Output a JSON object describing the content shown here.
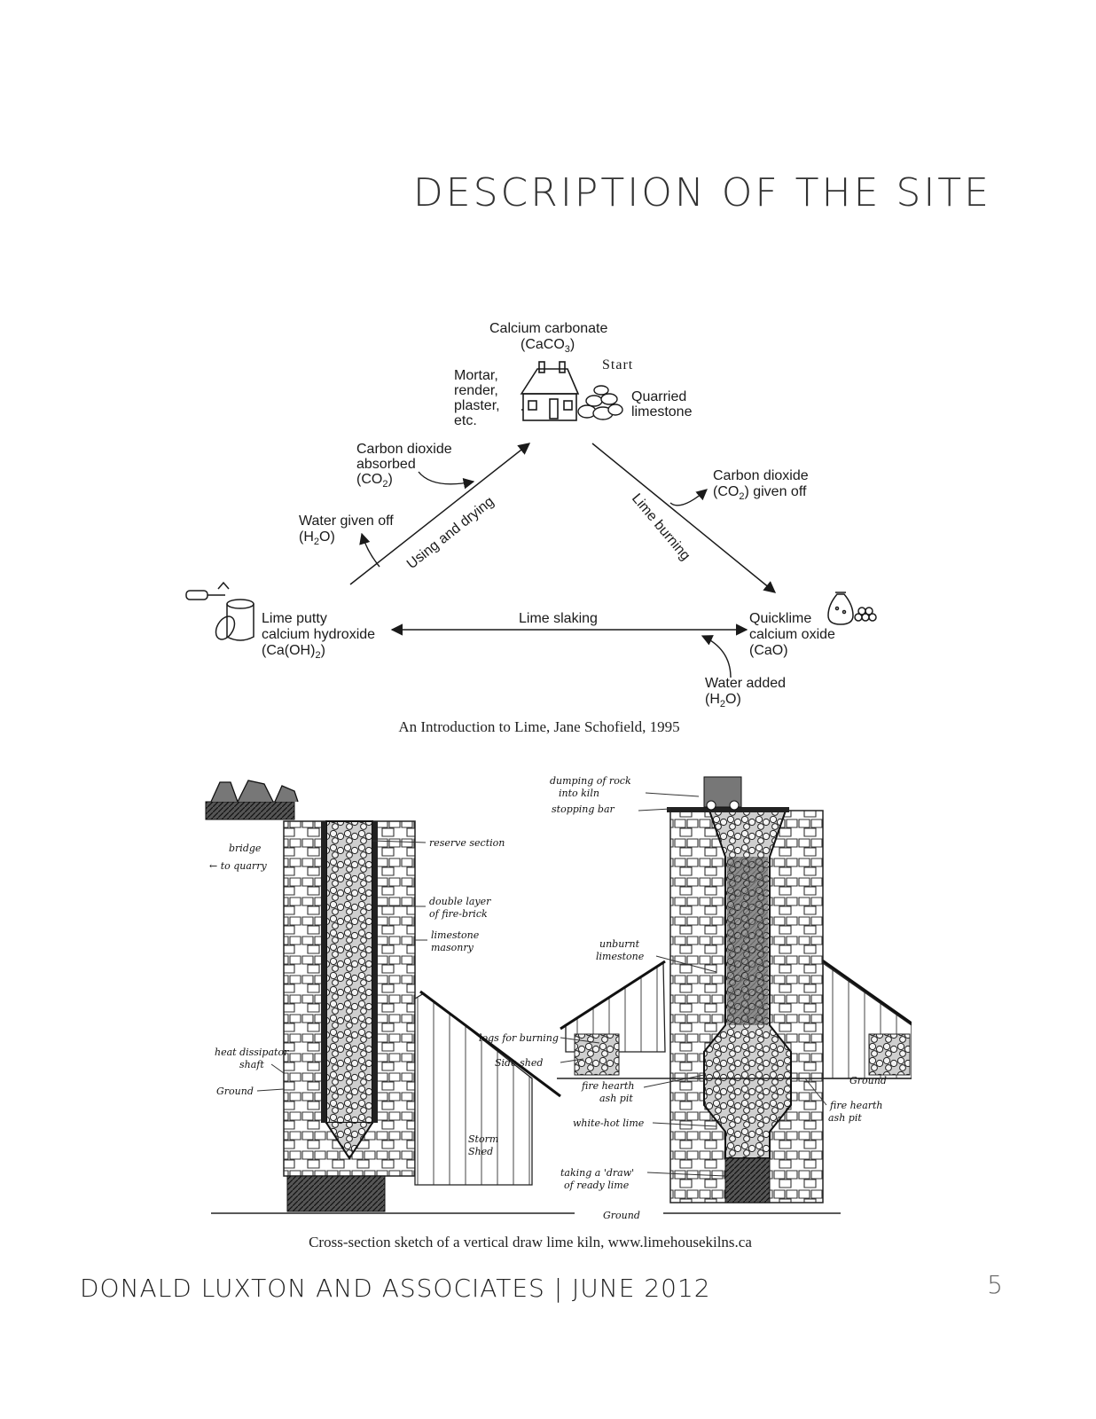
{
  "page": {
    "title": "DESCRIPTION OF THE SITE",
    "footer": "DONALD LUXTON AND ASSOCIATES | JUNE 2012",
    "page_number": "5"
  },
  "cycle": {
    "top_line1": "Calcium carbonate",
    "top_line2": "(CaCO",
    "top_sub": "3",
    "top_close": ")",
    "start": "Start",
    "uses": [
      "Mortar,",
      "render,",
      "plaster,",
      "etc."
    ],
    "quarried": [
      "Quarried",
      "limestone"
    ],
    "co2_absorbed": [
      "Carbon dioxide",
      "absorbed",
      "(CO",
      "2",
      ")"
    ],
    "water_off": [
      "Water given off",
      "(H",
      "2",
      "O)"
    ],
    "using_drying": "Using and drying",
    "lime_burning": "Lime burning",
    "co2_given": [
      "Carbon dioxide",
      "(CO",
      "2",
      ") given off"
    ],
    "putty": [
      "Lime putty",
      "calcium hydroxide",
      "(Ca(OH)",
      "2",
      ")"
    ],
    "slaking": "Lime slaking",
    "quicklime": [
      "Quicklime",
      "calcium oxide",
      "(CaO)"
    ],
    "water_added": [
      "Water added",
      "(H",
      "2",
      "O)"
    ]
  },
  "caption1": "An Introduction to Lime, Jane Schofield, 1995",
  "kiln": {
    "left_labels": [
      "bridge",
      "← to quarry",
      "reserve section",
      "double layer",
      "of fire-brick",
      "limestone",
      "masonry",
      "heat dissipator",
      "shaft",
      "Ground",
      "Storm",
      "Shed"
    ],
    "right_labels": [
      "dumping of rock",
      "into kiln",
      "stopping bar",
      "unburnt",
      "limestone",
      "logs for burning",
      "Side shed",
      "fire hearth",
      "ash pit",
      "white-hot lime",
      "Ground",
      "fire hearth",
      "ash pit",
      "taking a 'draw'",
      "of ready lime",
      "Ground"
    ]
  },
  "caption2": "Cross-section sketch of a vertical draw lime kiln, www.limehousekilns.ca"
}
